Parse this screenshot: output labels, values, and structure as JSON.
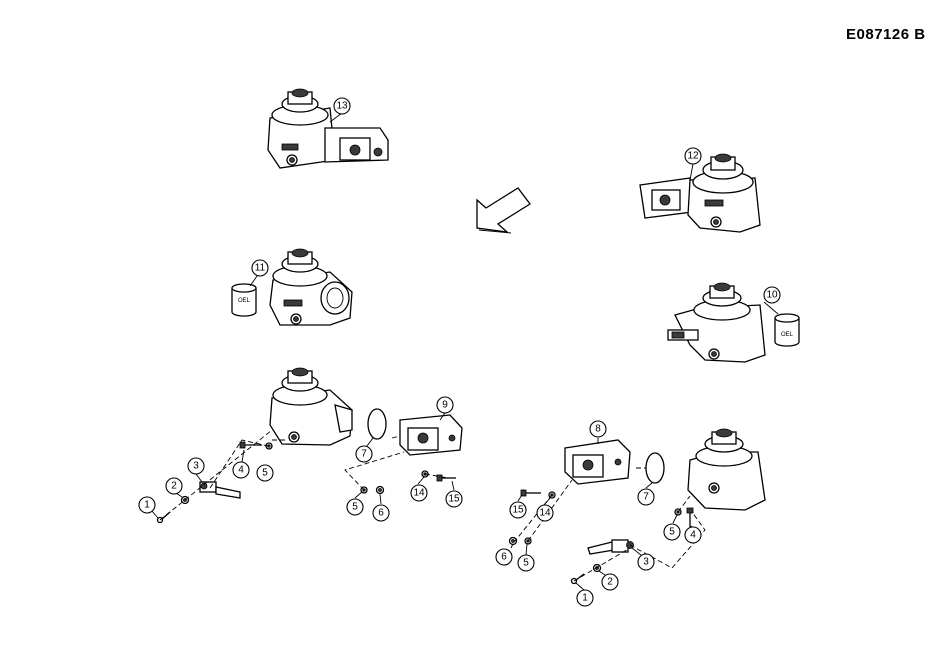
{
  "reference_code": "E087126 B",
  "callout_numbers": {
    "c13": "13",
    "c12": "12",
    "c11": "11",
    "c10": "10",
    "l9": "9",
    "l7": "7",
    "l3": "3",
    "l4": "4",
    "l5a": "5",
    "l2": "2",
    "l1": "1",
    "l5b": "5",
    "l6": "6",
    "l14": "14",
    "l15": "15",
    "r8": "8",
    "r7": "7",
    "r15": "15",
    "r14": "14",
    "r5a": "5",
    "r4": "4",
    "r6": "6",
    "r5b": "5",
    "r3": "3",
    "r2": "2",
    "r1": "1"
  },
  "can_labels": {
    "left": "OEL",
    "right": "OEL"
  },
  "colors": {
    "ink": "#000000",
    "fill": "#3a3a3a",
    "background": "#ffffff"
  }
}
